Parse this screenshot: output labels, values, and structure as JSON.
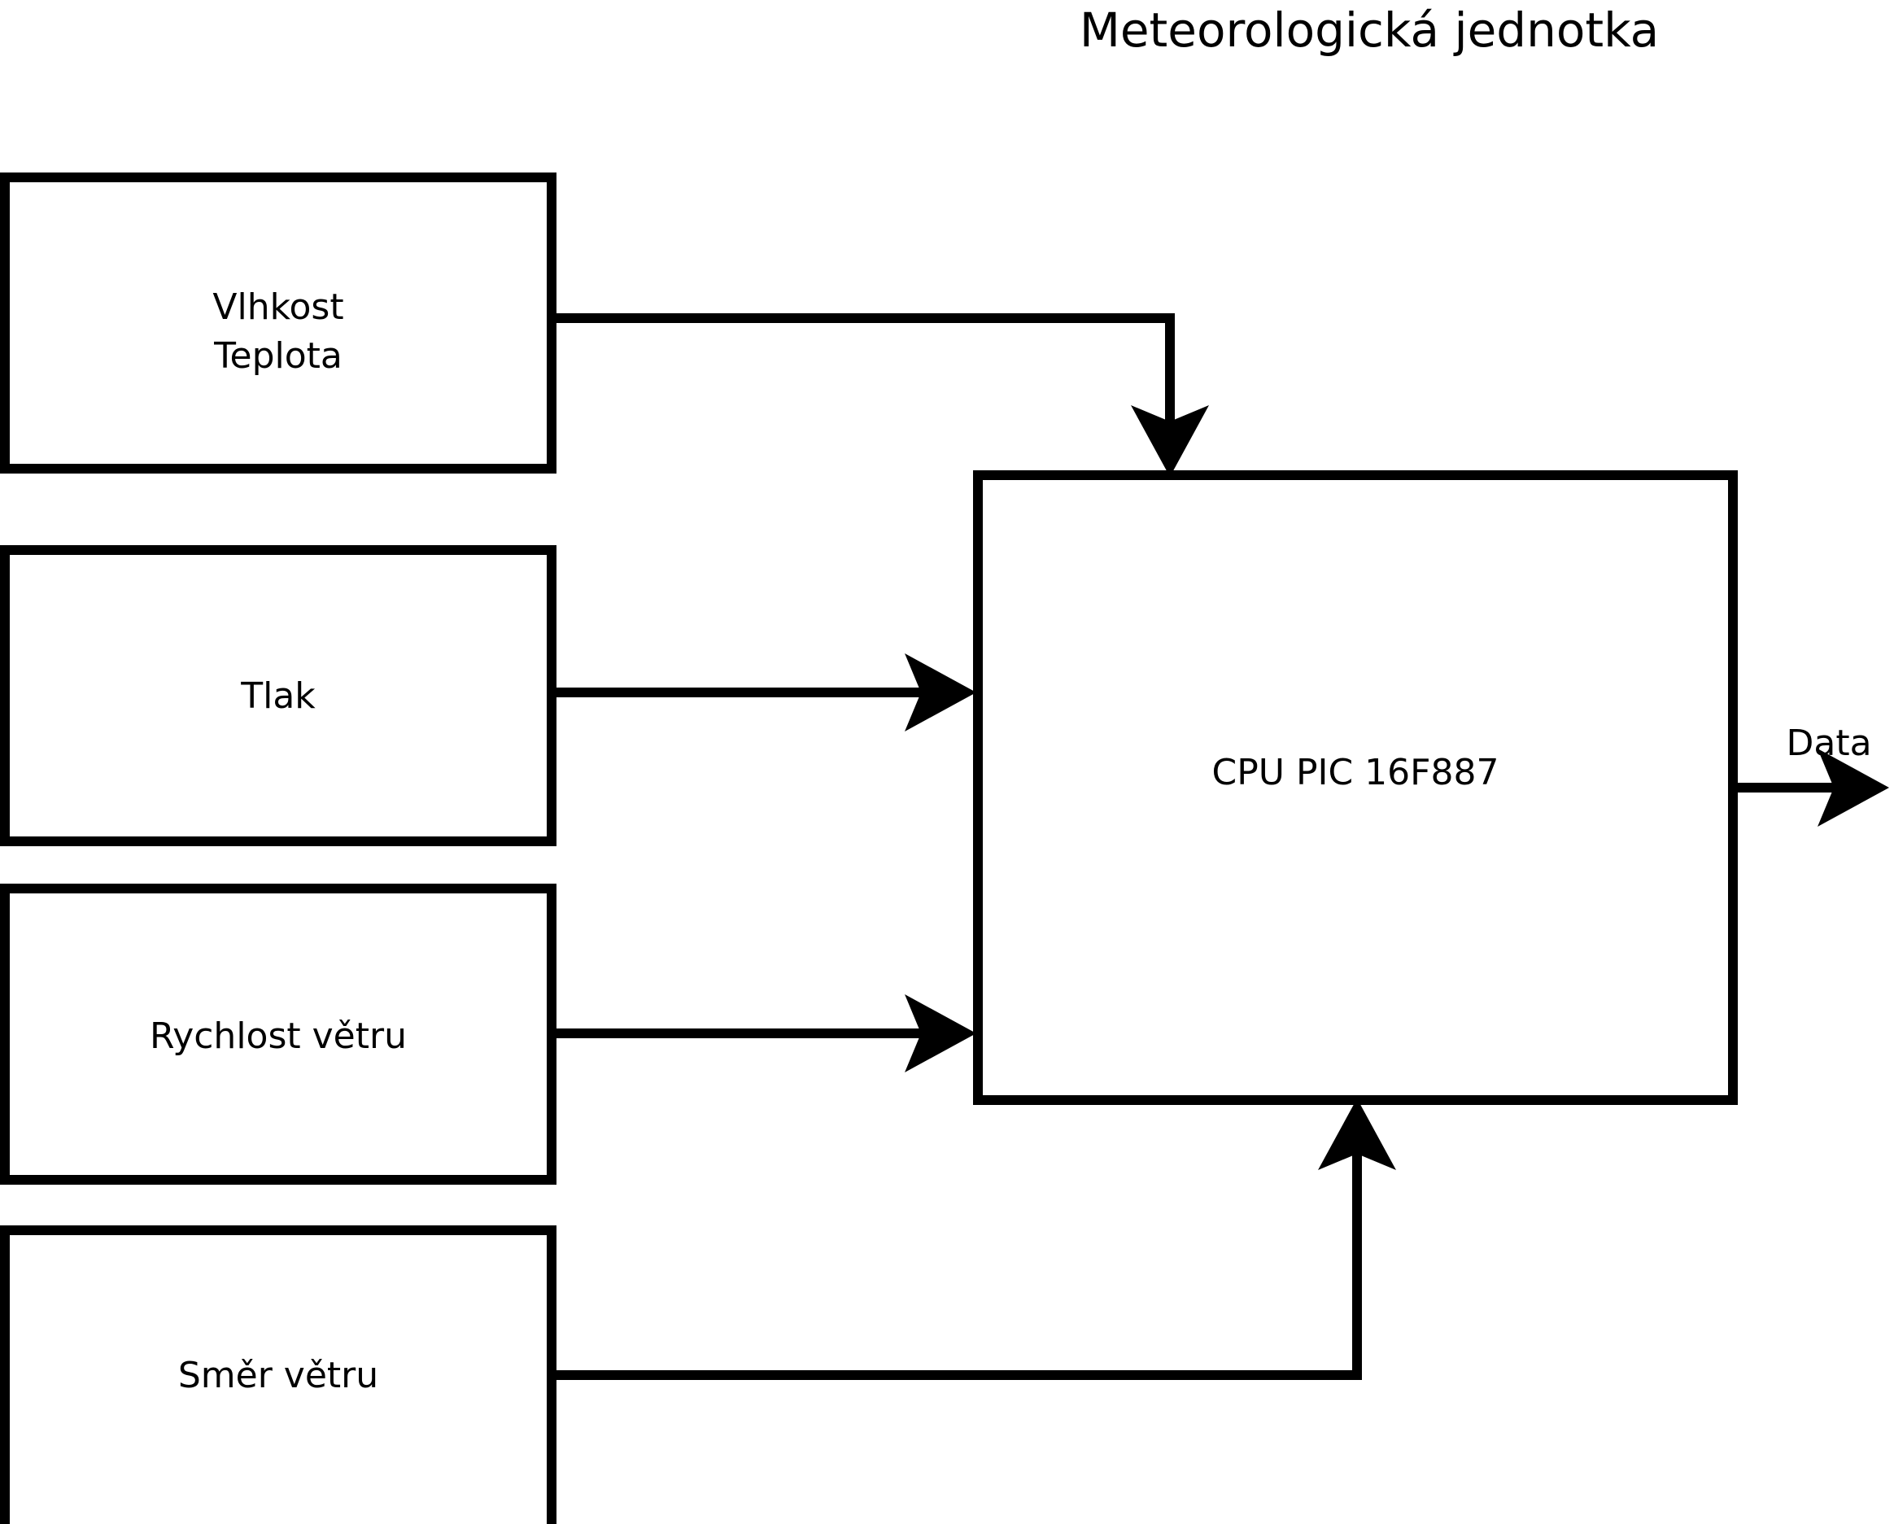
{
  "title": "Meteorologická jednotka",
  "blocks": {
    "sensor_humidity_temp": {
      "line1": "Vlhkost",
      "line2": "Teplota"
    },
    "sensor_pressure": {
      "label": "Tlak"
    },
    "sensor_wind_speed": {
      "label": "Rychlost větru"
    },
    "sensor_wind_direction": {
      "label": "Směr větru"
    },
    "cpu": {
      "label": "CPU PIC 16F887"
    }
  },
  "edges": {
    "data_output": {
      "label": "Data"
    }
  },
  "colors": {
    "background": "#ffffff",
    "stroke": "#000000",
    "fill": "#ffffff",
    "text": "#000000"
  }
}
